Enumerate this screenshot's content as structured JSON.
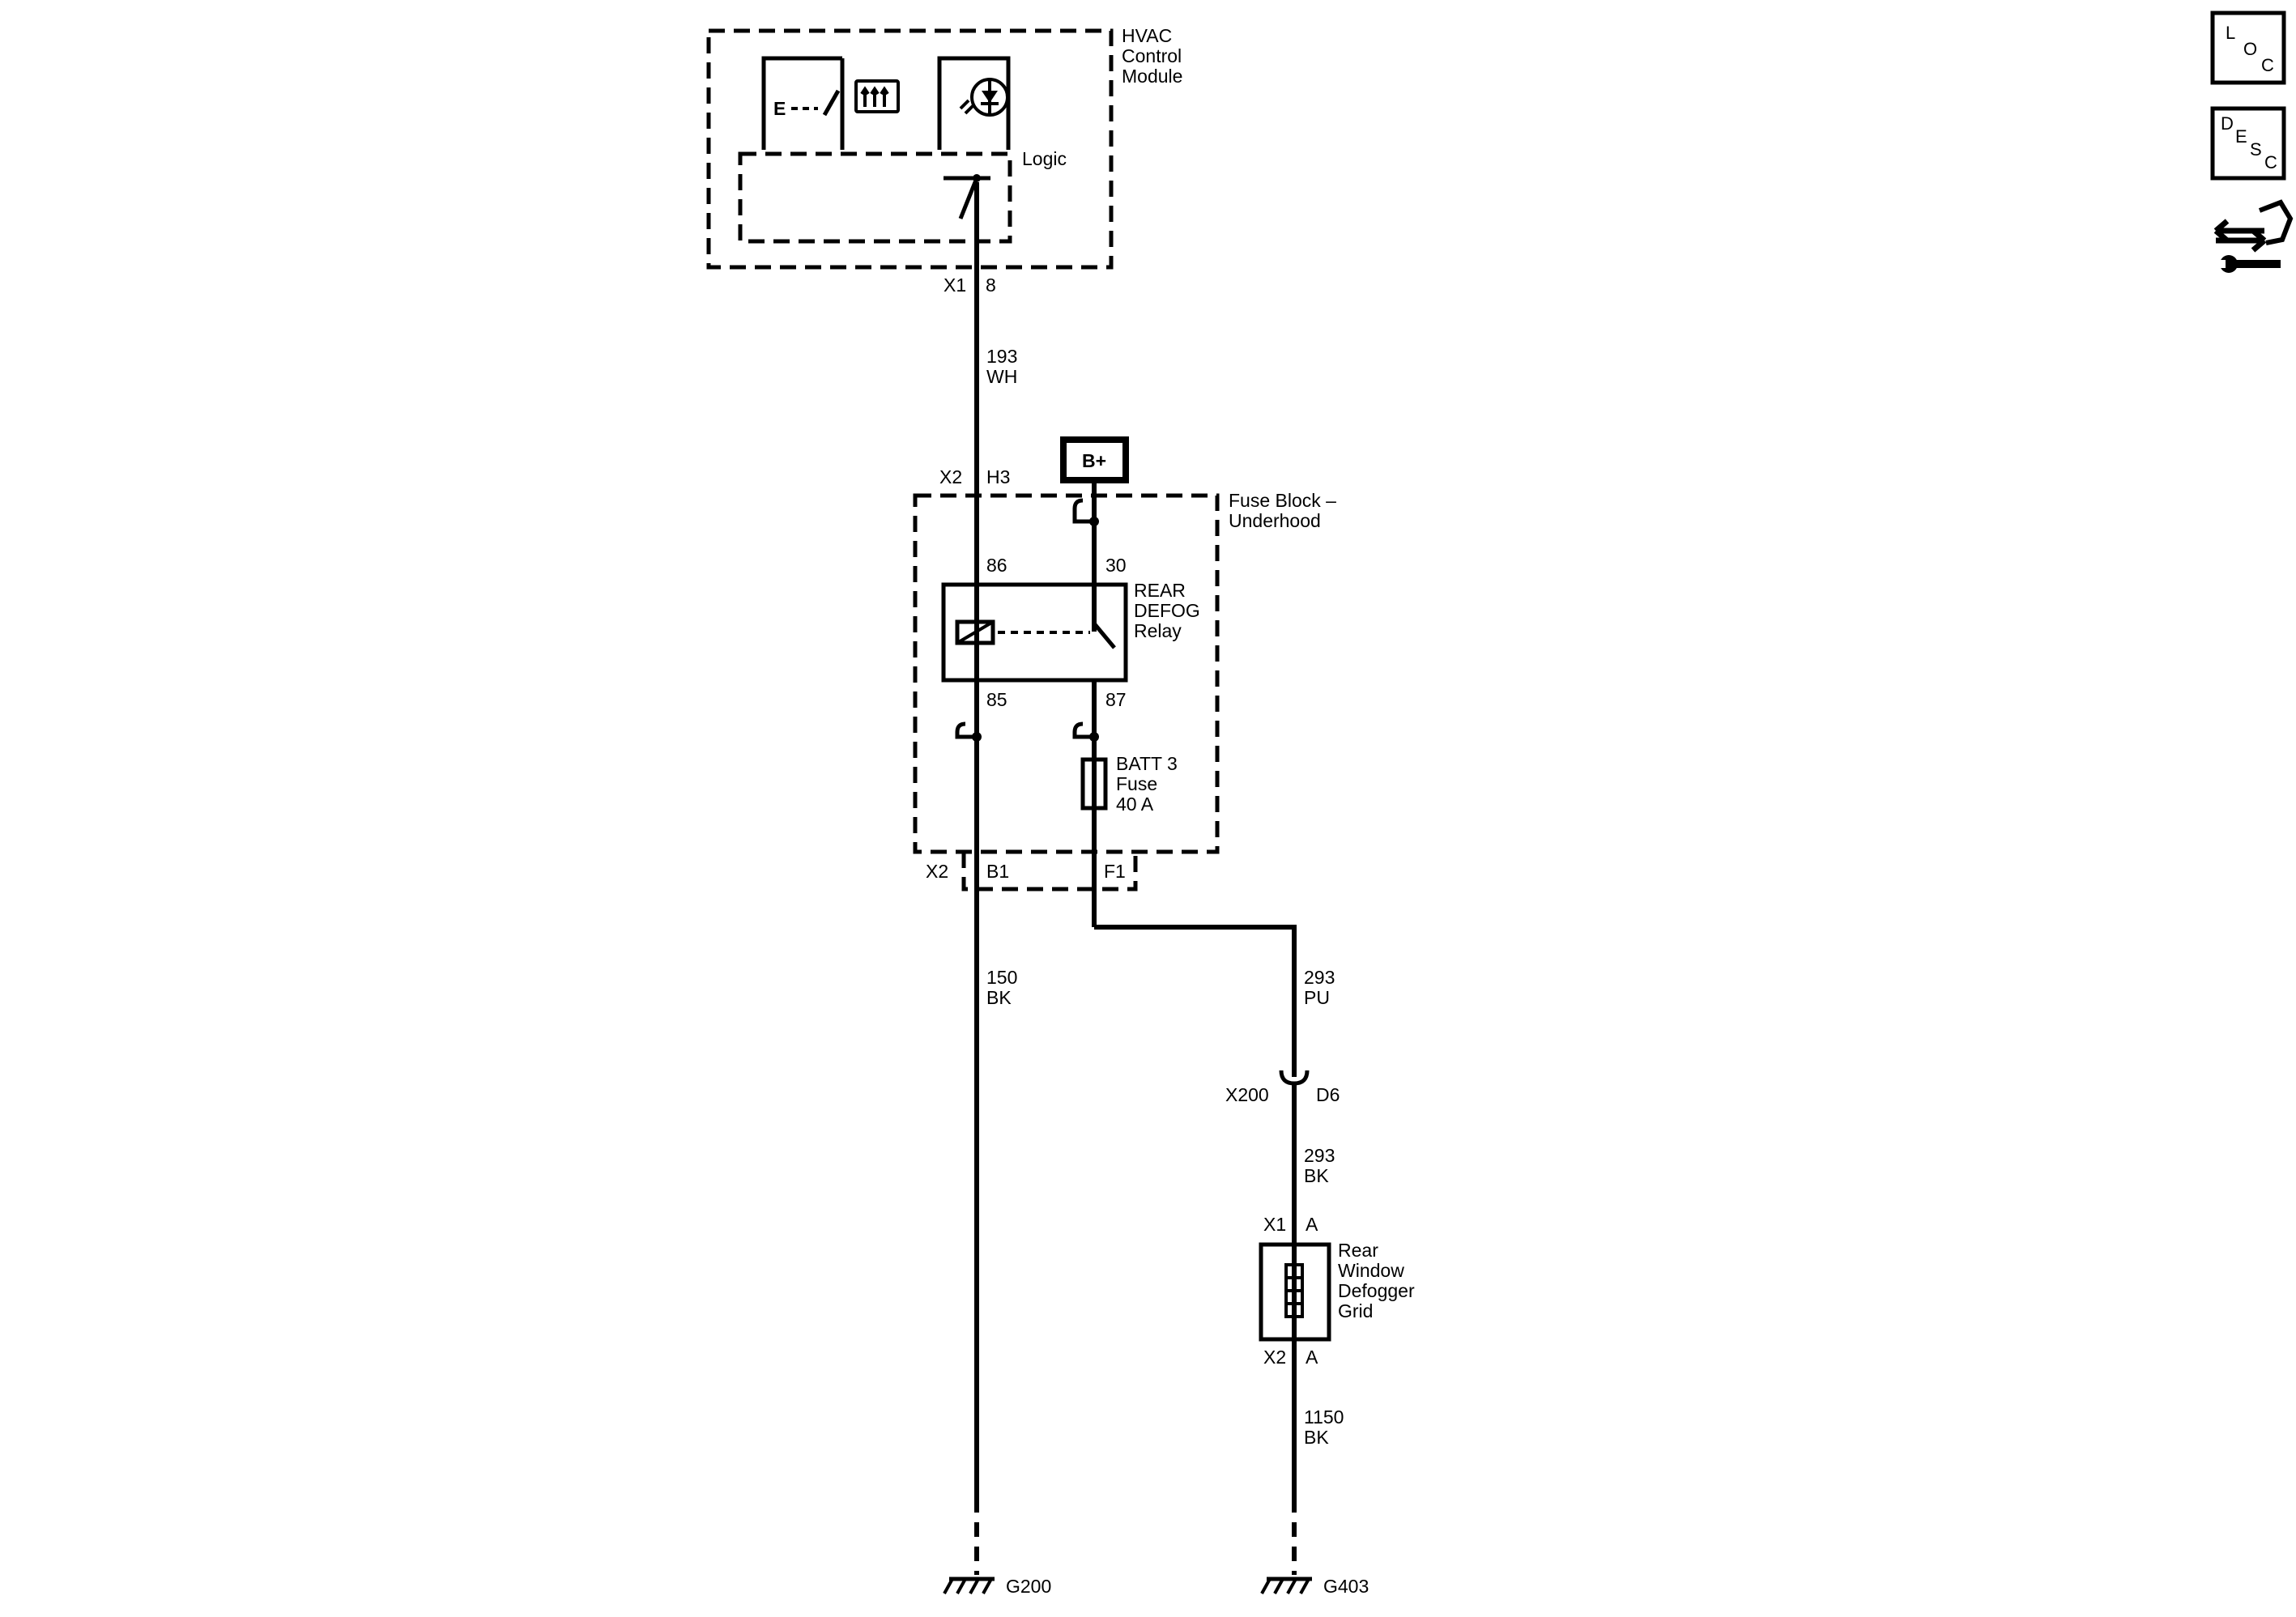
{
  "hvac": {
    "title_lines": [
      "HVAC",
      "Control",
      "Module"
    ],
    "logic": "Logic",
    "e_glyph": "E",
    "conn": "X1",
    "pin": "8"
  },
  "wire_193": {
    "num": "193",
    "color": "WH"
  },
  "fuse_block": {
    "title_lines": [
      "Fuse Block –",
      "Underhood"
    ],
    "conn_top": "X2",
    "pin_top": "H3",
    "conn_bottom": "X2",
    "pin_b1": "B1",
    "pin_f1": "F1"
  },
  "bplus": "B+",
  "relay": {
    "label_lines": [
      "REAR",
      "DEFOG",
      "Relay"
    ],
    "pin86": "86",
    "pin30": "30",
    "pin85": "85",
    "pin87": "87"
  },
  "fuse": {
    "label_lines": [
      "BATT 3",
      "Fuse",
      "40 A"
    ]
  },
  "wire_150": {
    "num": "150",
    "color": "BK"
  },
  "wire_293_pu": {
    "num": "293",
    "color": "PU"
  },
  "x200": {
    "conn": "X200",
    "pin": "D6"
  },
  "wire_293_bk": {
    "num": "293",
    "color": "BK"
  },
  "grid": {
    "conn_top": "X1",
    "pin_top": "A",
    "conn_bottom": "X2",
    "pin_bottom": "A",
    "label_lines": [
      "Rear",
      "Window",
      "Defogger",
      "Grid"
    ]
  },
  "wire_1150": {
    "num": "1150",
    "color": "BK"
  },
  "grounds": {
    "left": "G200",
    "right": "G403"
  },
  "nav": {
    "loc": [
      "L",
      "O",
      "C"
    ],
    "desc": [
      "D",
      "E",
      "S",
      "C"
    ]
  }
}
